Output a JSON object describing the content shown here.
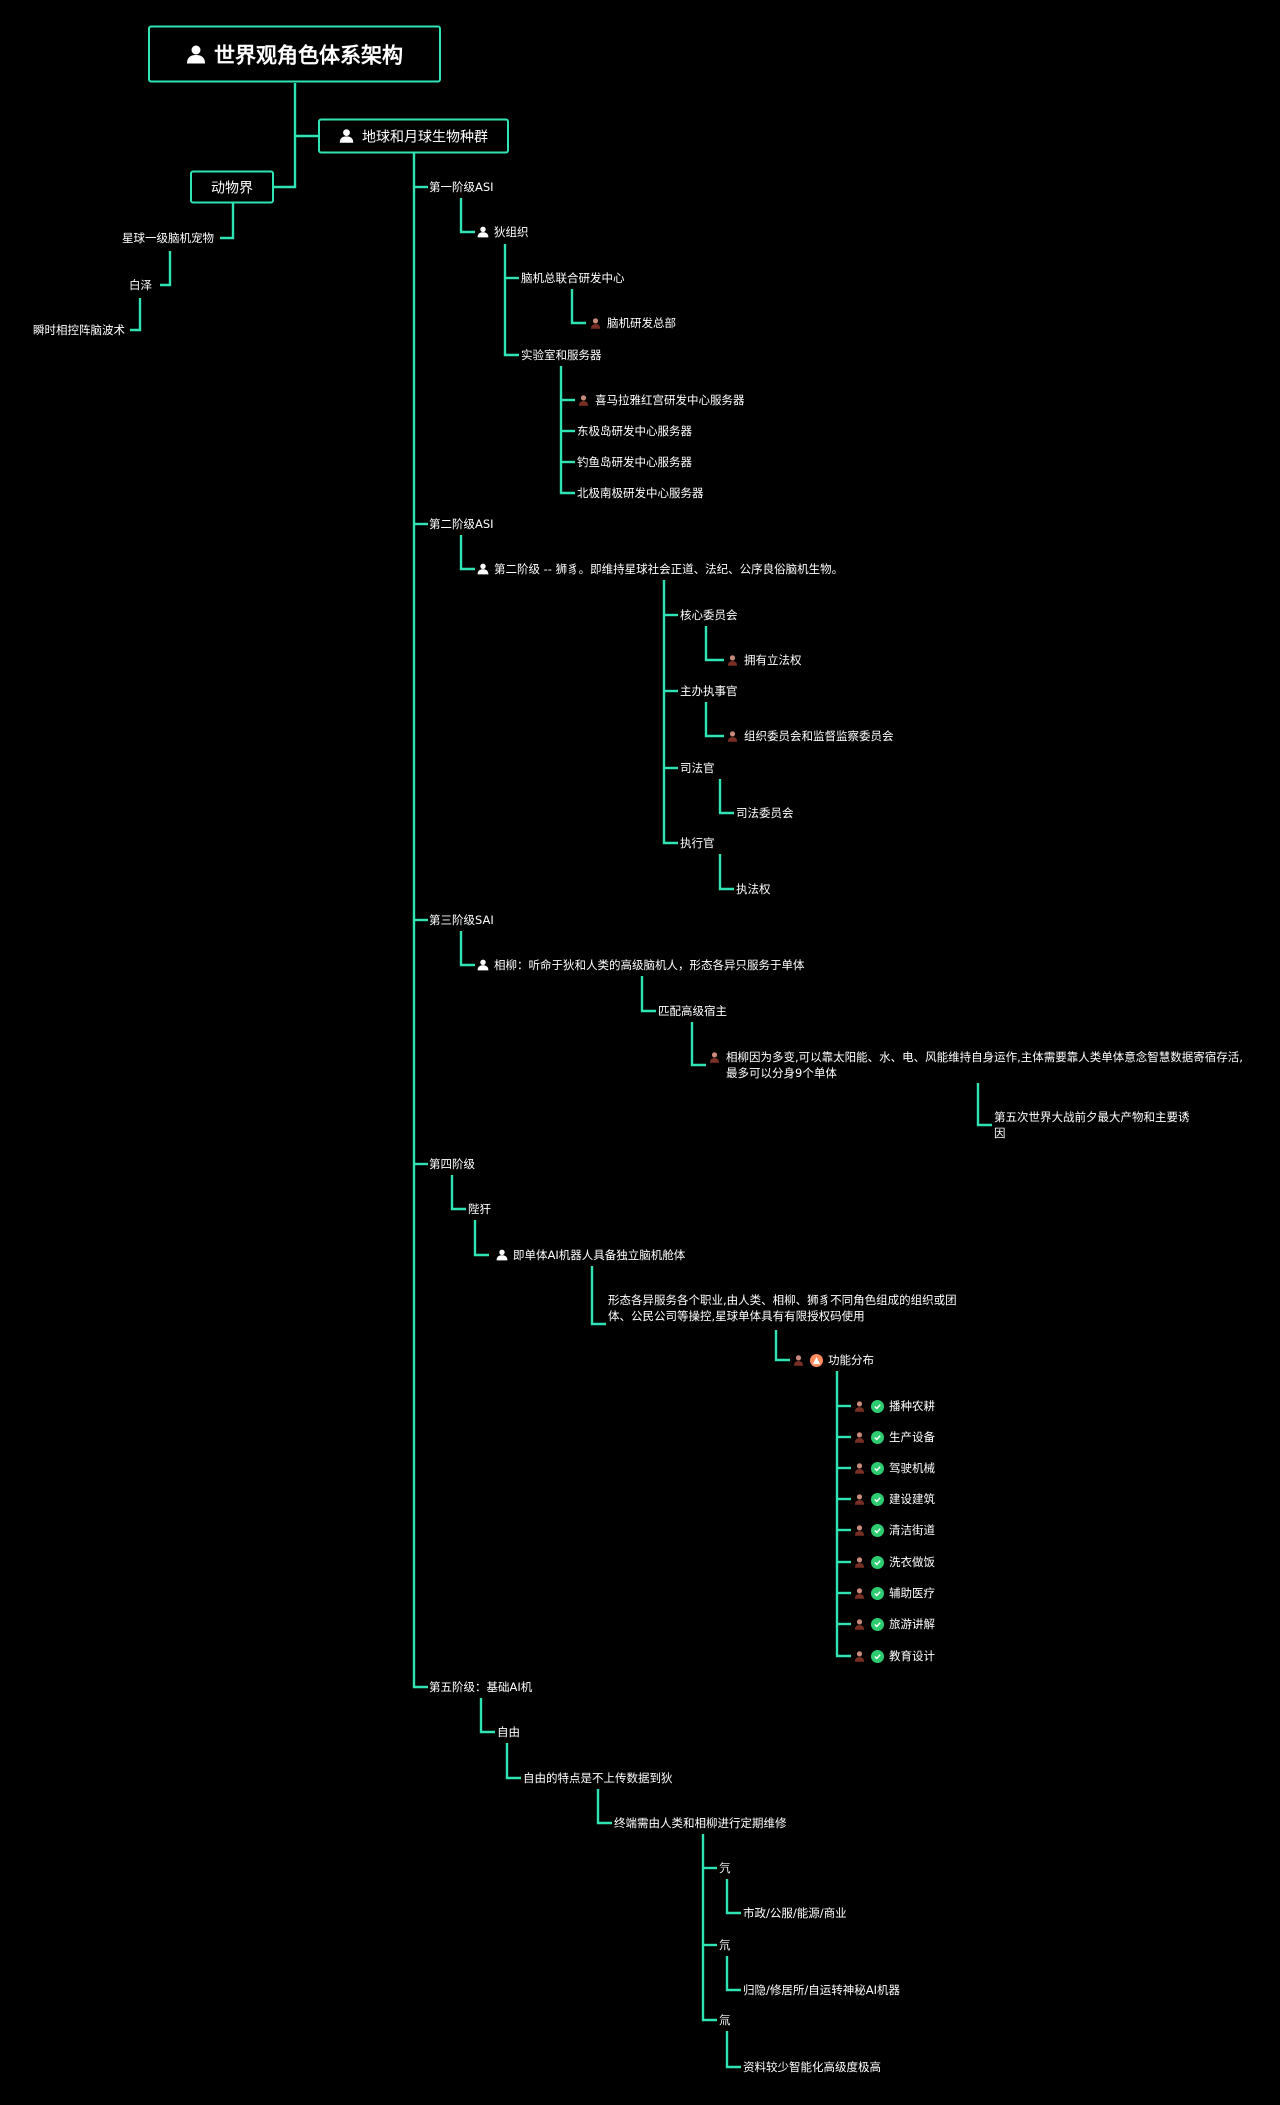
{
  "colors": {
    "line": "#2fe3b4",
    "background": "#000000",
    "check": "#2ecc71",
    "warn": "#ff8a5c"
  },
  "nodes": {
    "root": "世界观角色体系架构",
    "earth": "地球和月球生物种群",
    "animal": "动物界",
    "a1": "星球一级脑机宠物",
    "a2": "白泽",
    "a3": "瞬时相控阵脑波术",
    "s1": "第一阶级ASI",
    "s1a": "狄组织",
    "s1a1": "脑机总联合研发中心",
    "s1a1a": "脑机研发总部",
    "s1a2": "实验室和服务器",
    "s1a2a": "喜马拉雅红宫研发中心服务器",
    "s1a2b": "东极岛研发中心服务器",
    "s1a2c": "钓鱼岛研发中心服务器",
    "s1a2d": "北极南极研发中心服务器",
    "s2": "第二阶级ASI",
    "s2a": "第二阶级 -- 狮豸。即维持星球社会正道、法纪、公序良俗脑机生物。",
    "s2a1": "核心委员会",
    "s2a1a": "拥有立法权",
    "s2a2": "主办执事官",
    "s2a2a": "组织委员会和监督监察委员会",
    "s2a3": "司法官",
    "s2a3a": "司法委员会",
    "s2a4": "执行官",
    "s2a4a": "执法权",
    "s3": "第三阶级SAI",
    "s3a": "相柳：听命于狄和人类的高级脑机人，形态各异只服务于单体",
    "s3a1": "匹配高级宿主",
    "s3a1a": "相柳因为多变,可以靠太阳能、水、电、风能维持自身运作,主体需要靠人类单体意念智慧数据寄宿存活,最多可以分身9个单体",
    "s3a1a1": "第五次世界大战前夕最大产物和主要诱因",
    "s4": "第四阶级",
    "s4a": "陛犴",
    "s4a1": "即单体AI机器人具备独立脑机舱体",
    "s4a1a": "形态各异服务各个职业,由人类、相柳、狮豸不同角色组成的组织或团体、公民公司等操控,星球单体具有有限授权码使用",
    "s4a1a1": "功能分布",
    "f1": "播种农耕",
    "f2": "生产设备",
    "f3": "驾驶机械",
    "f4": "建设建筑",
    "f5": "清洁街道",
    "f6": "洗衣做饭",
    "f7": "辅助医疗",
    "f8": "旅游讲解",
    "f9": "教育设计",
    "s5": "第五阶级：基础AI机",
    "s5a": "自由",
    "s5a1": "自由的特点是不上传数据到狄",
    "s5a1a": "终端需由人类和相柳进行定期维修",
    "s5b1": "氕",
    "s5b1a": "市政/公服/能源/商业",
    "s5b2": "氘",
    "s5b2a": "归隐/修居所/自运转神秘AI机器",
    "s5b3": "氚",
    "s5b3a": "资料较少智能化高级度极高"
  }
}
